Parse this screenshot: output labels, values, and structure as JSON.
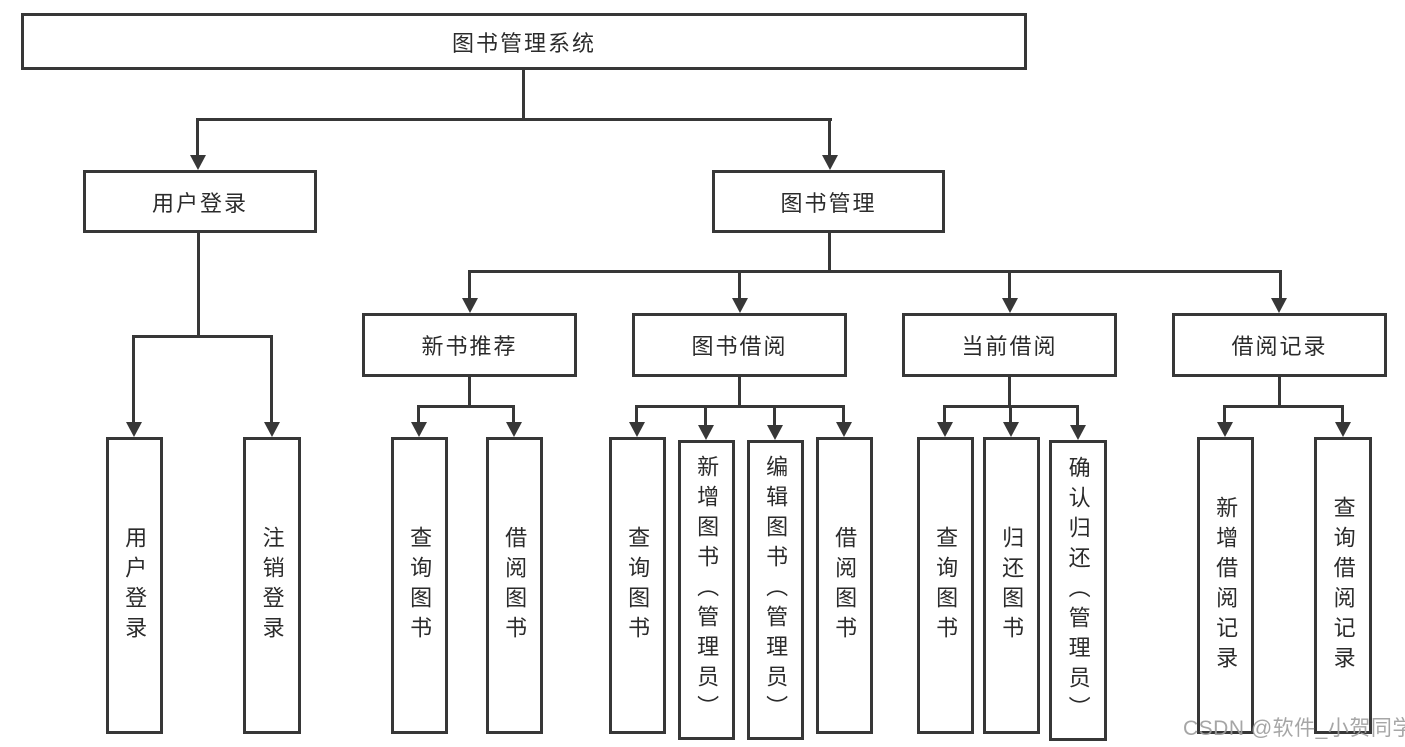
{
  "diagram": {
    "root": {
      "label": "图书管理系统"
    },
    "level2": [
      {
        "label": "用户登录"
      },
      {
        "label": "图书管理"
      }
    ],
    "user_login_children": [
      {
        "label": "用户登录"
      },
      {
        "label": "注销登录"
      }
    ],
    "modules": [
      {
        "label": "新书推荐",
        "children": [
          {
            "label": "查询图书"
          },
          {
            "label": "借阅图书"
          }
        ]
      },
      {
        "label": "图书借阅",
        "children": [
          {
            "label": "查询图书"
          },
          {
            "label": "新增图书（管理员）"
          },
          {
            "label": "编辑图书（管理员）"
          },
          {
            "label": "借阅图书"
          }
        ]
      },
      {
        "label": "当前借阅",
        "children": [
          {
            "label": "查询图书"
          },
          {
            "label": "归还图书"
          },
          {
            "label": "确认归还（管理员）"
          }
        ]
      },
      {
        "label": "借阅记录",
        "children": [
          {
            "label": "新增借阅记录"
          },
          {
            "label": "查询借阅记录"
          }
        ]
      }
    ]
  },
  "watermark": {
    "text": "CSDN @软件_小贺同学"
  },
  "colors": {
    "line": "#373737",
    "text": "#2b2b2b",
    "watermark": "#9e9e9e",
    "background": "#ffffff"
  }
}
